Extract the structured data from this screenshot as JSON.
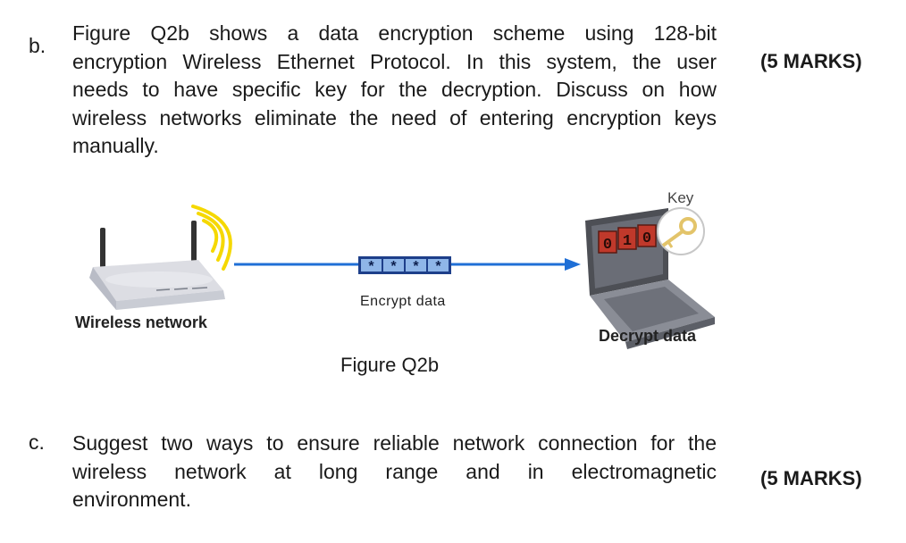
{
  "question_b": {
    "label": "b.",
    "lines": [
      "Figure Q2b shows a data encryption scheme using 128-bit",
      "encryption Wireless Ethernet Protocol. In this system, the user",
      "needs to have specific key for the decryption. Discuss on how",
      "wireless networks eliminate the need of entering encryption keys",
      "manually."
    ],
    "marks": "(5 MARKS)"
  },
  "figure": {
    "router_label": "Wireless network",
    "encrypt_label": "Encrypt data",
    "encrypt_symbols": [
      "*",
      "*",
      "*",
      "*"
    ],
    "key_label": "Key",
    "screen_digits": [
      "0",
      "1",
      "0"
    ],
    "decrypt_label": "Decrypt data",
    "caption": "Figure Q2b"
  },
  "question_c": {
    "label": "c.",
    "lines": [
      "Suggest two ways to ensure reliable network connection for the",
      "wireless network at long range and in electromagnetic",
      "environment."
    ],
    "marks": "(5 MARKS)"
  }
}
